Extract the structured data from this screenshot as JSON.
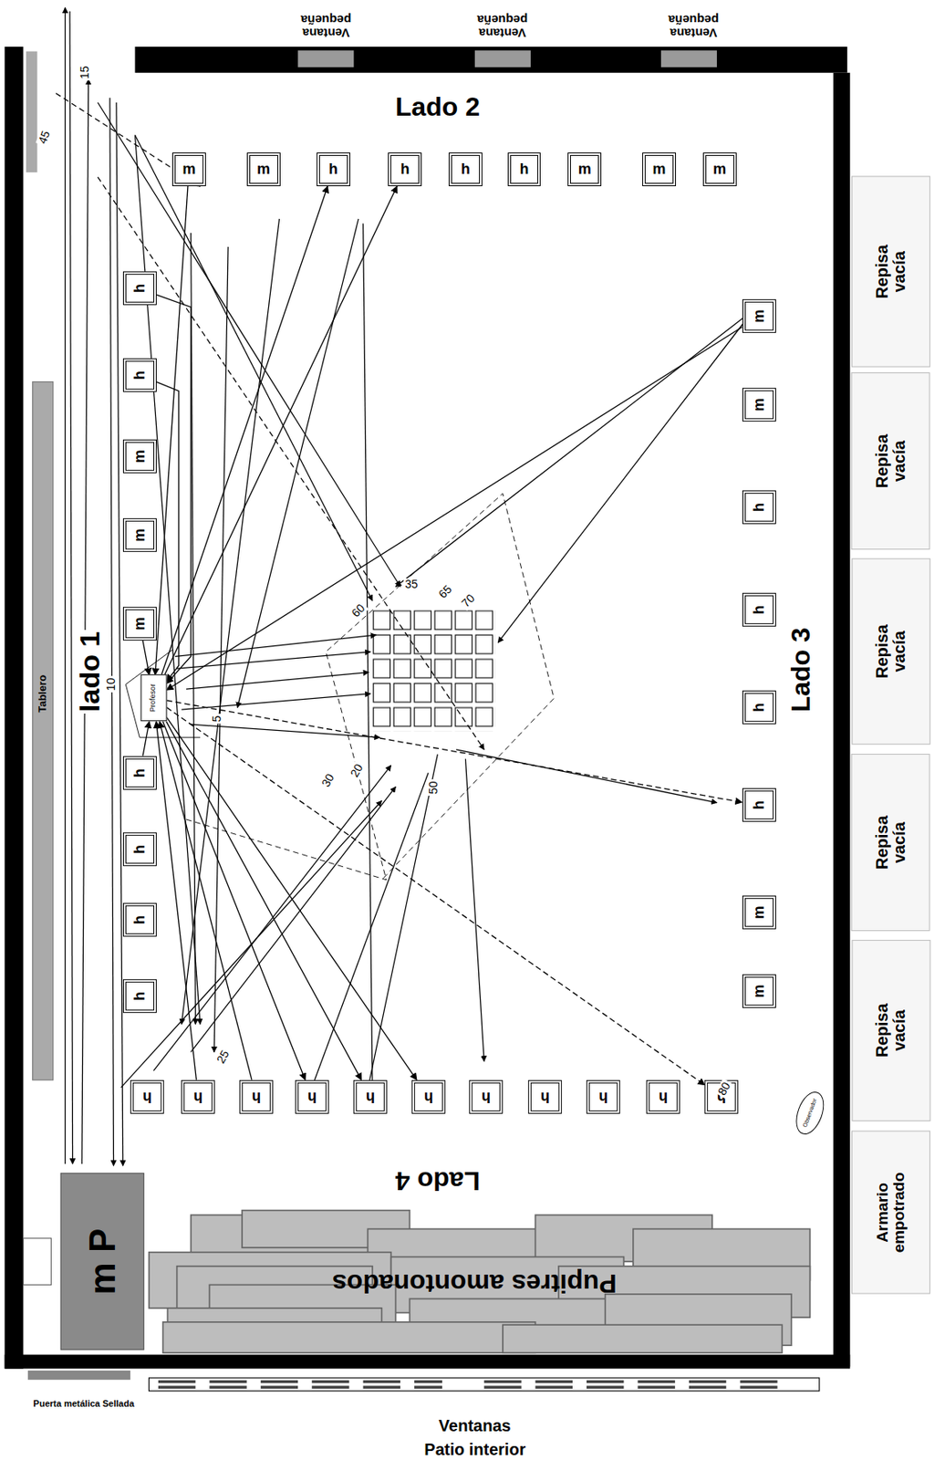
{
  "diagram": {
    "nodes": [
      {
        "text": [
          "m"
        ]
      },
      {
        "text": [
          "m"
        ]
      },
      {
        "text": [
          "h"
        ]
      },
      {
        "text": [
          "h"
        ]
      },
      {
        "text": [
          "h"
        ]
      },
      {
        "text": [
          "h"
        ]
      },
      {
        "text": [
          "m"
        ]
      },
      {
        "text": [
          "m"
        ]
      },
      {
        "text": [
          "m"
        ]
      },
      {
        "text": [
          "h"
        ]
      },
      {
        "text": [
          "h"
        ]
      },
      {
        "text": [
          "m"
        ]
      },
      {
        "text": [
          "m"
        ]
      },
      {
        "text": [
          "m"
        ]
      },
      {
        "text": [
          "h"
        ]
      },
      {
        "text": [
          "h"
        ]
      },
      {
        "text": [
          "h"
        ]
      },
      {
        "text": [
          "h"
        ]
      },
      {
        "text": [
          "Profesor"
        ]
      },
      {
        "text": [
          "m"
        ]
      },
      {
        "text": [
          "m"
        ]
      },
      {
        "text": [
          "h"
        ]
      },
      {
        "text": [
          "h"
        ]
      },
      {
        "text": [
          "h"
        ]
      },
      {
        "text": [
          "h"
        ]
      },
      {
        "text": [
          "m"
        ]
      },
      {
        "text": [
          "m"
        ]
      },
      {
        "text": [
          "h"
        ]
      },
      {
        "text": [
          "h"
        ]
      },
      {
        "text": [
          "h"
        ]
      },
      {
        "text": [
          "h"
        ]
      },
      {
        "text": [
          "h"
        ]
      },
      {
        "text": [
          "h"
        ]
      },
      {
        "text": [
          "h"
        ]
      },
      {
        "text": [
          "h"
        ]
      },
      {
        "text": [
          "h"
        ]
      },
      {
        "text": [
          "h"
        ]
      },
      {
        "text": [
          "h"
        ]
      },
      {
        "text": [
          "Repisa vacía"
        ]
      },
      {
        "text": [
          "Repisa vacía"
        ]
      },
      {
        "text": [
          "Repisa vacía"
        ]
      },
      {
        "text": [
          "Repisa vacía"
        ]
      },
      {
        "text": [
          "Repisa vacía"
        ]
      },
      {
        "text": [
          "Armario empotrado"
        ]
      },
      {
        "text": [
          "m P"
        ]
      },
      {
        "text": [
          "Observador"
        ]
      }
    ],
    "edges": [
      {
        "from": 18,
        "to": 2,
        "arrow": "to"
      },
      {
        "from": 18,
        "to": 3,
        "arrow": "to"
      },
      {
        "from": 18,
        "to": 24,
        "arrow": "to"
      },
      {
        "from": 18,
        "to": 30,
        "arrow": "to"
      },
      {
        "from": 18,
        "to": 31,
        "arrow": "to"
      },
      {
        "from": 18,
        "to": 32,
        "arrow": "to"
      },
      {
        "from": 28,
        "to": 18,
        "arrow": "to"
      },
      {
        "from": 29,
        "to": 18,
        "arrow": "to"
      },
      {
        "from": 0,
        "to": 18,
        "arrow": "to"
      },
      {
        "from": 9,
        "to": 18,
        "arrow": "to"
      },
      {
        "from": 13,
        "to": 18,
        "arrow": "to"
      },
      {
        "from": 14,
        "to": 18,
        "arrow": "to"
      },
      {
        "from": 18,
        "to": 37,
        "arrow": "to"
      },
      {
        "from": 19,
        "to": 18,
        "arrow": "to"
      },
      {
        "from": 10,
        "to": 18,
        "arrow": "to"
      }
    ],
    "labels": [
      "Ventana pequeña",
      "Ventana pequeña",
      "Ventana pequeña",
      "Lado 2",
      "lado 1",
      "Tablero",
      "Lado 3",
      "Lado 4",
      "Pupitres amontonados",
      "Puerta metálica Sellada",
      "Ventanas",
      "Patio interior",
      "45",
      "15",
      "35",
      "65",
      "70",
      "60",
      "10",
      "5",
      "30",
      "20",
      "50",
      "25",
      "80"
    ]
  }
}
